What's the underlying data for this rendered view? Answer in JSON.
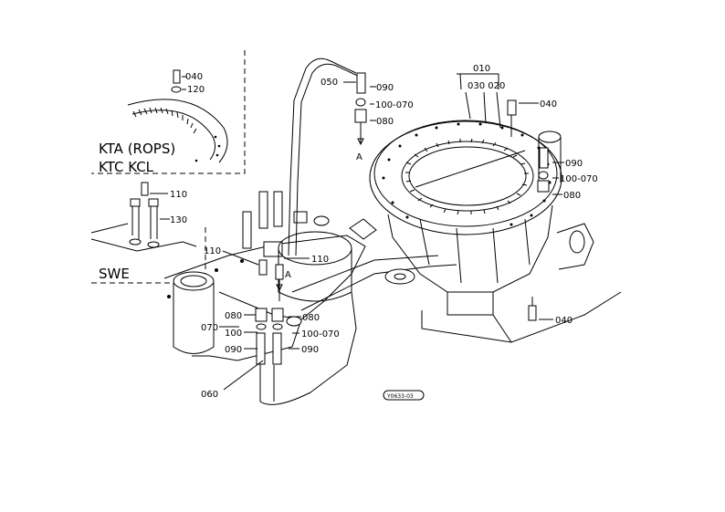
{
  "diagram": {
    "inset_labels": {
      "kta": "KTA (ROPS)",
      "ktc": "KTC KCL",
      "swe": "SWE"
    },
    "part_labels": {
      "p010": "010",
      "p030_020": "030 020",
      "p040_top_left": "040",
      "p120": "120",
      "p040_right": "040",
      "p040_bottom": "040",
      "p050": "050",
      "p090_top": "090",
      "p100_070_top": "100-070",
      "p080_top": "080",
      "p090_right": "090",
      "p100_070_right": "100-070",
      "p080_right": "080",
      "p110_inset": "110",
      "p130": "130",
      "p110_left": "110",
      "p110_mid": "110",
      "p080_left": "080",
      "p070_left": "070",
      "p100_left": "100",
      "p090_left": "090",
      "p080_mid": "080",
      "p100_070_mid": "100-070",
      "p090_mid": "090",
      "p060": "060",
      "arrow_a_top": "A",
      "arrow_a_mid": "A"
    },
    "figure_code": "Y0633-03"
  }
}
